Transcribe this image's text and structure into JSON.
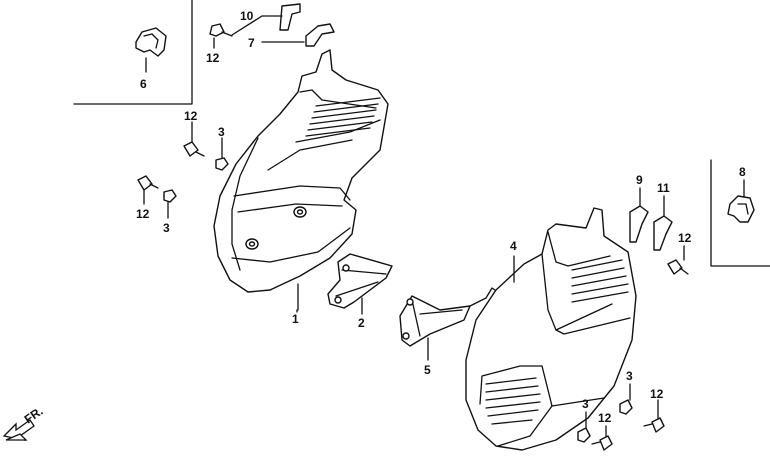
{
  "labels": {
    "p1": "1",
    "p2": "2",
    "p3a": "3",
    "p3b": "3",
    "p3c": "3",
    "p3d": "3",
    "p4": "4",
    "p5": "5",
    "p6": "6",
    "p7": "7",
    "p8": "8",
    "p9": "9",
    "p10": "10",
    "p11": "11",
    "p12a": "12",
    "p12b": "12",
    "p12c": "12",
    "p12d": "12",
    "p12e": "12",
    "p12f": "12"
  },
  "direction": "FR."
}
